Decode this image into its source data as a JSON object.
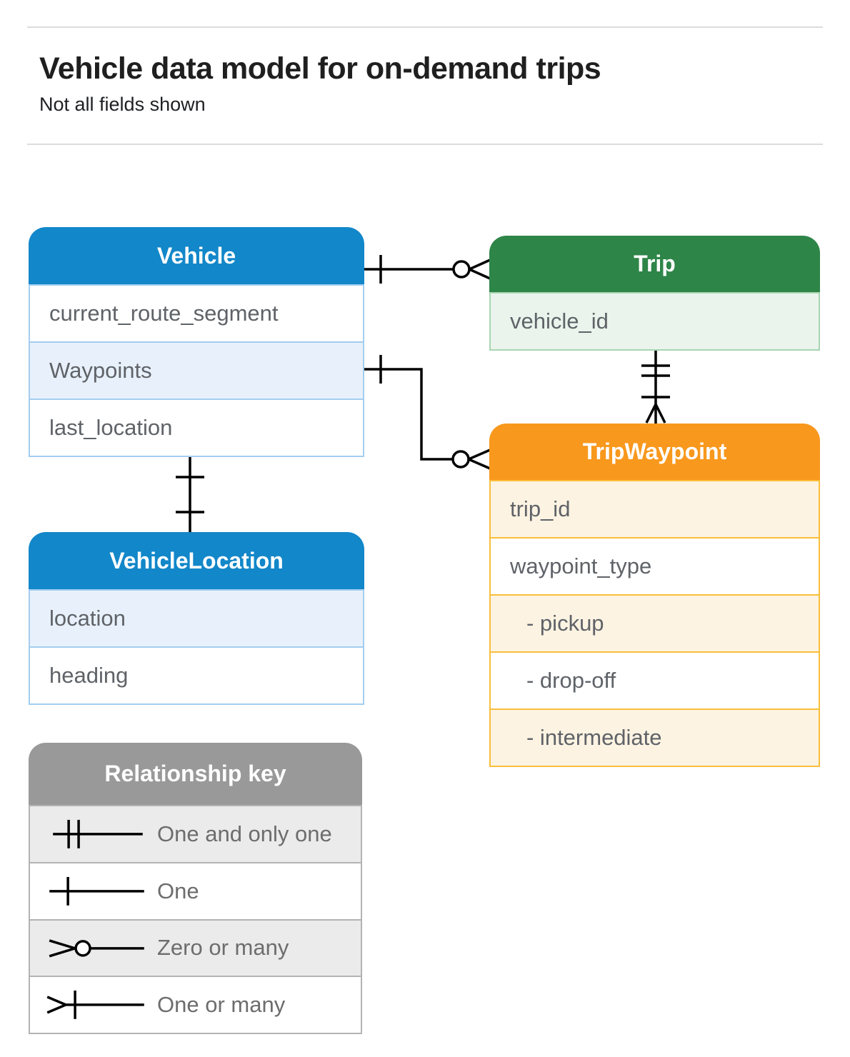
{
  "page": {
    "title": "Vehicle data model for on-demand trips",
    "subtitle": "Not all fields shown"
  },
  "colors": {
    "blue_header": "#1287c9",
    "blue_row": "#e8f1fb",
    "blue_border": "#a3cdf0",
    "green_header": "#2e8548",
    "green_row": "#eaf4ec",
    "green_border": "#a9d5b2",
    "orange_header": "#f8981d",
    "orange_row": "#fdf3e2",
    "orange_border": "#f9bf3b",
    "gray_header": "#999999",
    "gray_row": "#ebebeb",
    "gray_border": "#b3b3b3",
    "field_text": "#5f6368",
    "connector": "#000000"
  },
  "entities": [
    {
      "name": "Vehicle",
      "theme": "blue",
      "rows": [
        {
          "label": "current_route_segment"
        },
        {
          "label": "Waypoints"
        },
        {
          "label": "last_location"
        }
      ]
    },
    {
      "name": "Trip",
      "theme": "green",
      "rows": [
        {
          "label": "vehicle_id"
        }
      ]
    },
    {
      "name": "TripWaypoint",
      "theme": "orange",
      "rows": [
        {
          "label": "trip_id"
        },
        {
          "label": "waypoint_type"
        },
        {
          "label": "- pickup"
        },
        {
          "label": "- drop-off"
        },
        {
          "label": "- intermediate"
        }
      ]
    },
    {
      "name": "VehicleLocation",
      "theme": "blue",
      "rows": [
        {
          "label": "location"
        },
        {
          "label": "heading"
        }
      ]
    }
  ],
  "relationships": [
    {
      "from": "Vehicle",
      "to": "Trip",
      "from_cardinality": "one",
      "to_cardinality": "zero-or-many"
    },
    {
      "from": "Vehicle.Waypoints",
      "to": "TripWaypoint",
      "from_cardinality": "one",
      "to_cardinality": "zero-or-many"
    },
    {
      "from": "Vehicle",
      "to": "VehicleLocation",
      "from_cardinality": "one",
      "to_cardinality": "one"
    },
    {
      "from": "Trip",
      "to": "TripWaypoint",
      "from_cardinality": "one-and-only-one",
      "to_cardinality": "one-or-many"
    }
  ],
  "legend": {
    "title": "Relationship key",
    "items": [
      {
        "symbol": "one-and-only-one",
        "label": "One and only one"
      },
      {
        "symbol": "one",
        "label": "One"
      },
      {
        "symbol": "zero-or-many",
        "label": "Zero or many"
      },
      {
        "symbol": "one-or-many",
        "label": "One or many"
      }
    ]
  }
}
